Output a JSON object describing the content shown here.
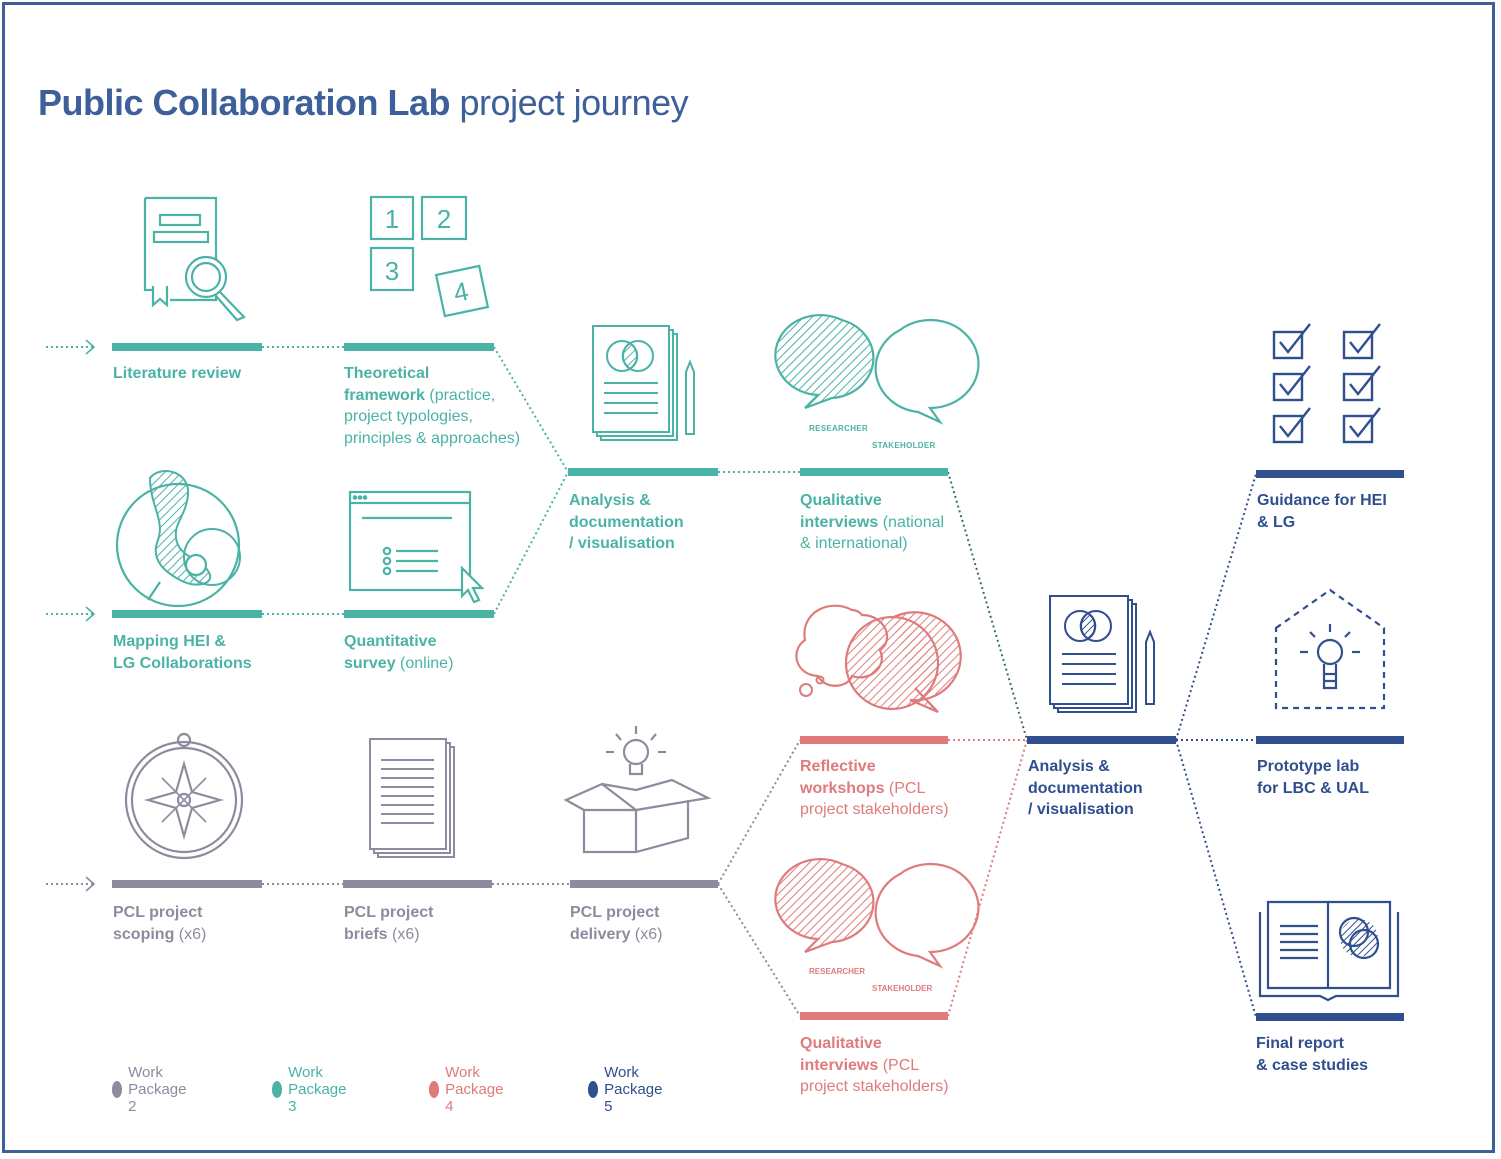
{
  "title": {
    "bold": "Public Collaboration Lab",
    "rest": " project journey"
  },
  "colors": {
    "wp2": "#8c8c9e",
    "wp3": "#4ab3a5",
    "wp4": "#df7b7b",
    "wp5": "#2f4f8f",
    "frame": "#3d5f9a"
  },
  "nodes": {
    "literature_review": {
      "head": "Literature review",
      "sub": ""
    },
    "theoretical_framework": {
      "head": "Theoretical\nframework",
      "sub": " (practice,\nproject typologies,\nprinciples & approaches)"
    },
    "mapping": {
      "head": "Mapping HEI &\nLG Collaborations",
      "sub": ""
    },
    "quant_survey": {
      "head": "Quantitative\nsurvey",
      "sub": " (online)"
    },
    "analysis_wp3": {
      "head": "Analysis &\ndocumentation\n/ visualisation",
      "sub": ""
    },
    "qual_interviews_national": {
      "head": "Qualitative\ninterviews",
      "sub": " (national\n& international)"
    },
    "pcl_scoping": {
      "head": "PCL project\nscoping",
      "sub": " (x6)"
    },
    "pcl_briefs": {
      "head": "PCL project\nbriefs",
      "sub": " (x6)"
    },
    "pcl_delivery": {
      "head": "PCL project\ndelivery",
      "sub": " (x6)"
    },
    "reflective_workshops": {
      "head": "Reflective\nworkshops",
      "sub": " (PCL\nproject stakeholders)"
    },
    "qual_interviews_pcl": {
      "head": "Qualitative\ninterviews",
      "sub": " (PCL\nproject stakeholders)"
    },
    "analysis_wp5": {
      "head": "Analysis &\ndocumentation\n/ visualisation",
      "sub": ""
    },
    "guidance": {
      "head": "Guidance for HEI\n& LG",
      "sub": ""
    },
    "prototype_lab": {
      "head": "Prototype lab\nfor LBC & UAL",
      "sub": ""
    },
    "final_report": {
      "head": "Final report\n& case studies",
      "sub": ""
    }
  },
  "icon_labels": {
    "researcher": "RESEARCHER",
    "stakeholder": "STAKEHOLDER",
    "numbers": [
      "1",
      "2",
      "3",
      "4"
    ]
  },
  "legend": [
    {
      "label": "Work Package 2",
      "color": "#8c8c9e"
    },
    {
      "label": "Work Package 3",
      "color": "#4ab3a5"
    },
    {
      "label": "Work Package 4",
      "color": "#df7b7b"
    },
    {
      "label": "Work Package 5",
      "color": "#2f4f8f"
    }
  ]
}
